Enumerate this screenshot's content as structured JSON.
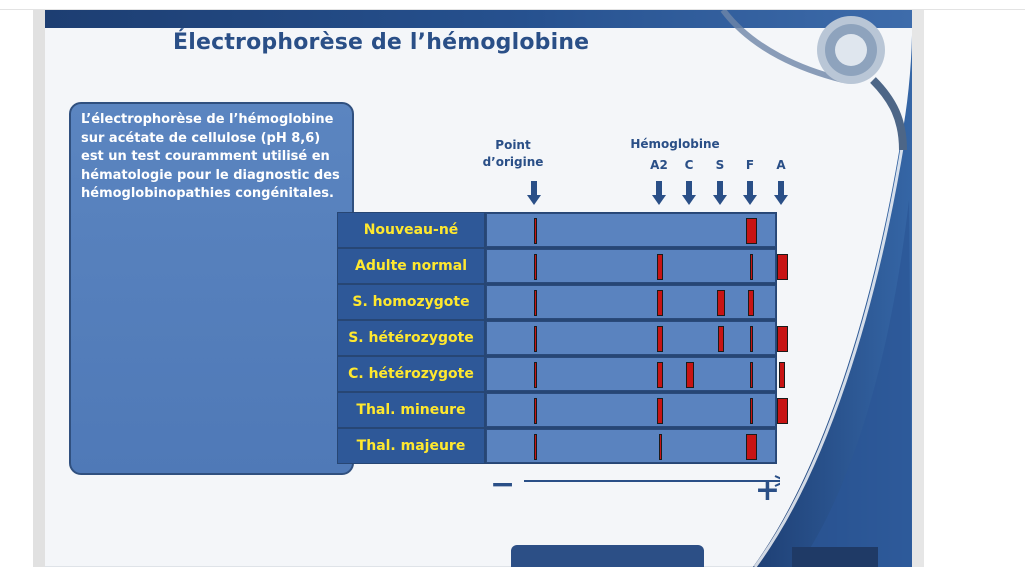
{
  "slide": {
    "title": "Électrophorèse de l’hémoglobine",
    "info_text": "L’électrophorèse de l’hémoglobine sur acétate de cellulose (pH 8,6) est un test couramment utilisé en hématologie pour le diagnostic des hémoglobinopathies congénitales."
  },
  "figure": {
    "origin_label_line1": "Point",
    "origin_label_line2": "d’origine",
    "hemoglobin_label": "Hémoglobine",
    "bands": [
      "A2",
      "C",
      "S",
      "F",
      "A"
    ],
    "rows": [
      {
        "label": "Nouveau-né",
        "bands": [
          {
            "pos": "F",
            "size": "wide"
          }
        ]
      },
      {
        "label": "Adulte normal",
        "bands": [
          {
            "pos": "A2",
            "size": "thin"
          },
          {
            "pos": "F",
            "size": "hair"
          },
          {
            "pos": "A",
            "size": "wide"
          }
        ]
      },
      {
        "label": "S. homozygote",
        "bands": [
          {
            "pos": "A2",
            "size": "thin"
          },
          {
            "pos": "S",
            "size": "medium"
          },
          {
            "pos": "F",
            "size": "thin"
          }
        ]
      },
      {
        "label": "S. hétérozygote",
        "bands": [
          {
            "pos": "A2",
            "size": "thin"
          },
          {
            "pos": "S",
            "size": "thin"
          },
          {
            "pos": "F",
            "size": "hair"
          },
          {
            "pos": "A",
            "size": "wide"
          }
        ]
      },
      {
        "label": "C. hétérozygote",
        "bands": [
          {
            "pos": "A2",
            "size": "thin"
          },
          {
            "pos": "C",
            "size": "medium"
          },
          {
            "pos": "F",
            "size": "hair"
          },
          {
            "pos": "A",
            "size": "thin"
          }
        ]
      },
      {
        "label": "Thal. mineure",
        "bands": [
          {
            "pos": "A2",
            "size": "thin"
          },
          {
            "pos": "F",
            "size": "hair"
          },
          {
            "pos": "A",
            "size": "wide"
          }
        ]
      },
      {
        "label": "Thal. majeure",
        "bands": [
          {
            "pos": "A2",
            "size": "hair"
          },
          {
            "pos": "F",
            "size": "wide"
          }
        ]
      }
    ],
    "axis_minus": "−",
    "axis_plus": "+"
  },
  "colors": {
    "title": "#2a4f87",
    "band": "#c81414",
    "row_label_text": "#ffe82e",
    "row_label_bg": "#2e5898",
    "lane_bg": "#5a83bf"
  },
  "icons": {
    "arrow": "down-arrow-icon",
    "stethoscope": "stethoscope-icon"
  }
}
